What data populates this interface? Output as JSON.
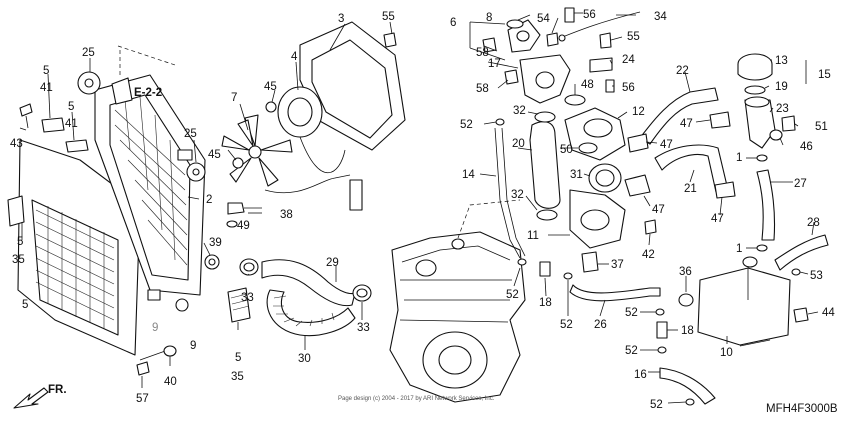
{
  "diagram": {
    "ref_label": "E-2-2",
    "direction_label": "FR.",
    "figure_code": "MFH4F3000B",
    "copyright": "Page design (c) 2004 - 2017 by ARI Network Services, Inc.",
    "callouts": [
      {
        "id": "c3",
        "text": "3"
      },
      {
        "id": "c55a",
        "text": "55"
      },
      {
        "id": "c4",
        "text": "4"
      },
      {
        "id": "c45a",
        "text": "45"
      },
      {
        "id": "c7",
        "text": "7"
      },
      {
        "id": "c45b",
        "text": "45"
      },
      {
        "id": "c25a",
        "text": "25"
      },
      {
        "id": "c5a",
        "text": "5"
      },
      {
        "id": "c41a",
        "text": "41"
      },
      {
        "id": "c5b",
        "text": "5"
      },
      {
        "id": "c41b",
        "text": "41"
      },
      {
        "id": "c43",
        "text": "43"
      },
      {
        "id": "c25b",
        "text": "25"
      },
      {
        "id": "c2",
        "text": "2"
      },
      {
        "id": "c5c",
        "text": "5"
      },
      {
        "id": "c35a",
        "text": "35"
      },
      {
        "id": "c38",
        "text": "38"
      },
      {
        "id": "c49",
        "text": "49"
      },
      {
        "id": "c39",
        "text": "39"
      },
      {
        "id": "c5d",
        "text": "5"
      },
      {
        "id": "c9a",
        "text": "9"
      },
      {
        "id": "c9b",
        "text": "9"
      },
      {
        "id": "c33a",
        "text": "33"
      },
      {
        "id": "c29",
        "text": "29"
      },
      {
        "id": "c33b",
        "text": "33"
      },
      {
        "id": "c30",
        "text": "30"
      },
      {
        "id": "c5e",
        "text": "5"
      },
      {
        "id": "c35b",
        "text": "35"
      },
      {
        "id": "c57",
        "text": "57"
      },
      {
        "id": "c40",
        "text": "40"
      },
      {
        "id": "c6",
        "text": "6"
      },
      {
        "id": "c8",
        "text": "8"
      },
      {
        "id": "c54",
        "text": "54"
      },
      {
        "id": "c56a",
        "text": "56"
      },
      {
        "id": "c34",
        "text": "34"
      },
      {
        "id": "c58a",
        "text": "58"
      },
      {
        "id": "c55b",
        "text": "55"
      },
      {
        "id": "c17",
        "text": "17"
      },
      {
        "id": "c24",
        "text": "24"
      },
      {
        "id": "c58b",
        "text": "58"
      },
      {
        "id": "c48",
        "text": "48"
      },
      {
        "id": "c56b",
        "text": "56"
      },
      {
        "id": "c22",
        "text": "22"
      },
      {
        "id": "c13",
        "text": "13"
      },
      {
        "id": "c19",
        "text": "19"
      },
      {
        "id": "c15",
        "text": "15"
      },
      {
        "id": "c32a",
        "text": "32"
      },
      {
        "id": "c12",
        "text": "12"
      },
      {
        "id": "c23",
        "text": "23"
      },
      {
        "id": "c52a",
        "text": "52"
      },
      {
        "id": "c47a",
        "text": "47"
      },
      {
        "id": "c51",
        "text": "51"
      },
      {
        "id": "c50",
        "text": "50"
      },
      {
        "id": "c47b",
        "text": "47"
      },
      {
        "id": "c46",
        "text": "46"
      },
      {
        "id": "c20",
        "text": "20"
      },
      {
        "id": "c1a",
        "text": "1"
      },
      {
        "id": "c14",
        "text": "14"
      },
      {
        "id": "c31",
        "text": "31"
      },
      {
        "id": "c21",
        "text": "21"
      },
      {
        "id": "c27",
        "text": "27"
      },
      {
        "id": "c32b",
        "text": "32"
      },
      {
        "id": "c47c",
        "text": "47"
      },
      {
        "id": "c47d",
        "text": "47"
      },
      {
        "id": "c11",
        "text": "11"
      },
      {
        "id": "c42",
        "text": "42"
      },
      {
        "id": "c28",
        "text": "28"
      },
      {
        "id": "c1b",
        "text": "1"
      },
      {
        "id": "c37",
        "text": "37"
      },
      {
        "id": "c53",
        "text": "53"
      },
      {
        "id": "c36",
        "text": "36"
      },
      {
        "id": "c52b",
        "text": "52"
      },
      {
        "id": "c18a",
        "text": "18"
      },
      {
        "id": "c52c",
        "text": "52"
      },
      {
        "id": "c26",
        "text": "26"
      },
      {
        "id": "c52d",
        "text": "52"
      },
      {
        "id": "c18b",
        "text": "18"
      },
      {
        "id": "c44",
        "text": "44"
      },
      {
        "id": "c52e",
        "text": "52"
      },
      {
        "id": "c10",
        "text": "10"
      },
      {
        "id": "c16",
        "text": "16"
      },
      {
        "id": "c52f",
        "text": "52"
      }
    ]
  }
}
